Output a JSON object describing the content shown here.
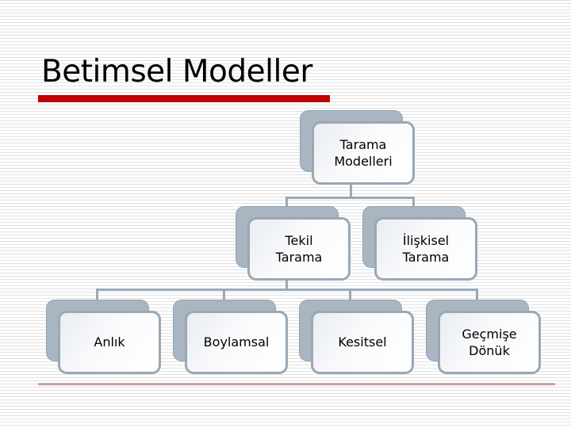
{
  "slide": {
    "title": "Betimsel Modeller"
  },
  "colors": {
    "accent_red": "#c00000",
    "footer_rule": "#7b2430",
    "box_shadow_fill": "#a9b6c2",
    "box_border": "#9aa8b4",
    "connector": "#9aa8b4",
    "box_fill": "#ffffff",
    "text": "#000000"
  },
  "diagram": {
    "type": "org-chart",
    "nodes": [
      {
        "id": "tarama-modelleri",
        "label": "Tarama\nModelleri",
        "level": 1,
        "parent": null
      },
      {
        "id": "tekil-tarama",
        "label": "Tekil\nTarama",
        "level": 2,
        "parent": "tarama-modelleri"
      },
      {
        "id": "iliskisel-tarama",
        "label": "İlişkisel\nTarama",
        "level": 2,
        "parent": "tarama-modelleri"
      },
      {
        "id": "anlik",
        "label": "Anlık",
        "level": 3,
        "parent": "tekil-tarama"
      },
      {
        "id": "boylamsal",
        "label": "Boylamsal",
        "level": 3,
        "parent": "tekil-tarama"
      },
      {
        "id": "kesitsel",
        "label": "Kesitsel",
        "level": 3,
        "parent": "tekil-tarama"
      },
      {
        "id": "gecmise-donuk",
        "label": "Geçmişe\nDönük",
        "level": 3,
        "parent": "tekil-tarama"
      }
    ]
  }
}
